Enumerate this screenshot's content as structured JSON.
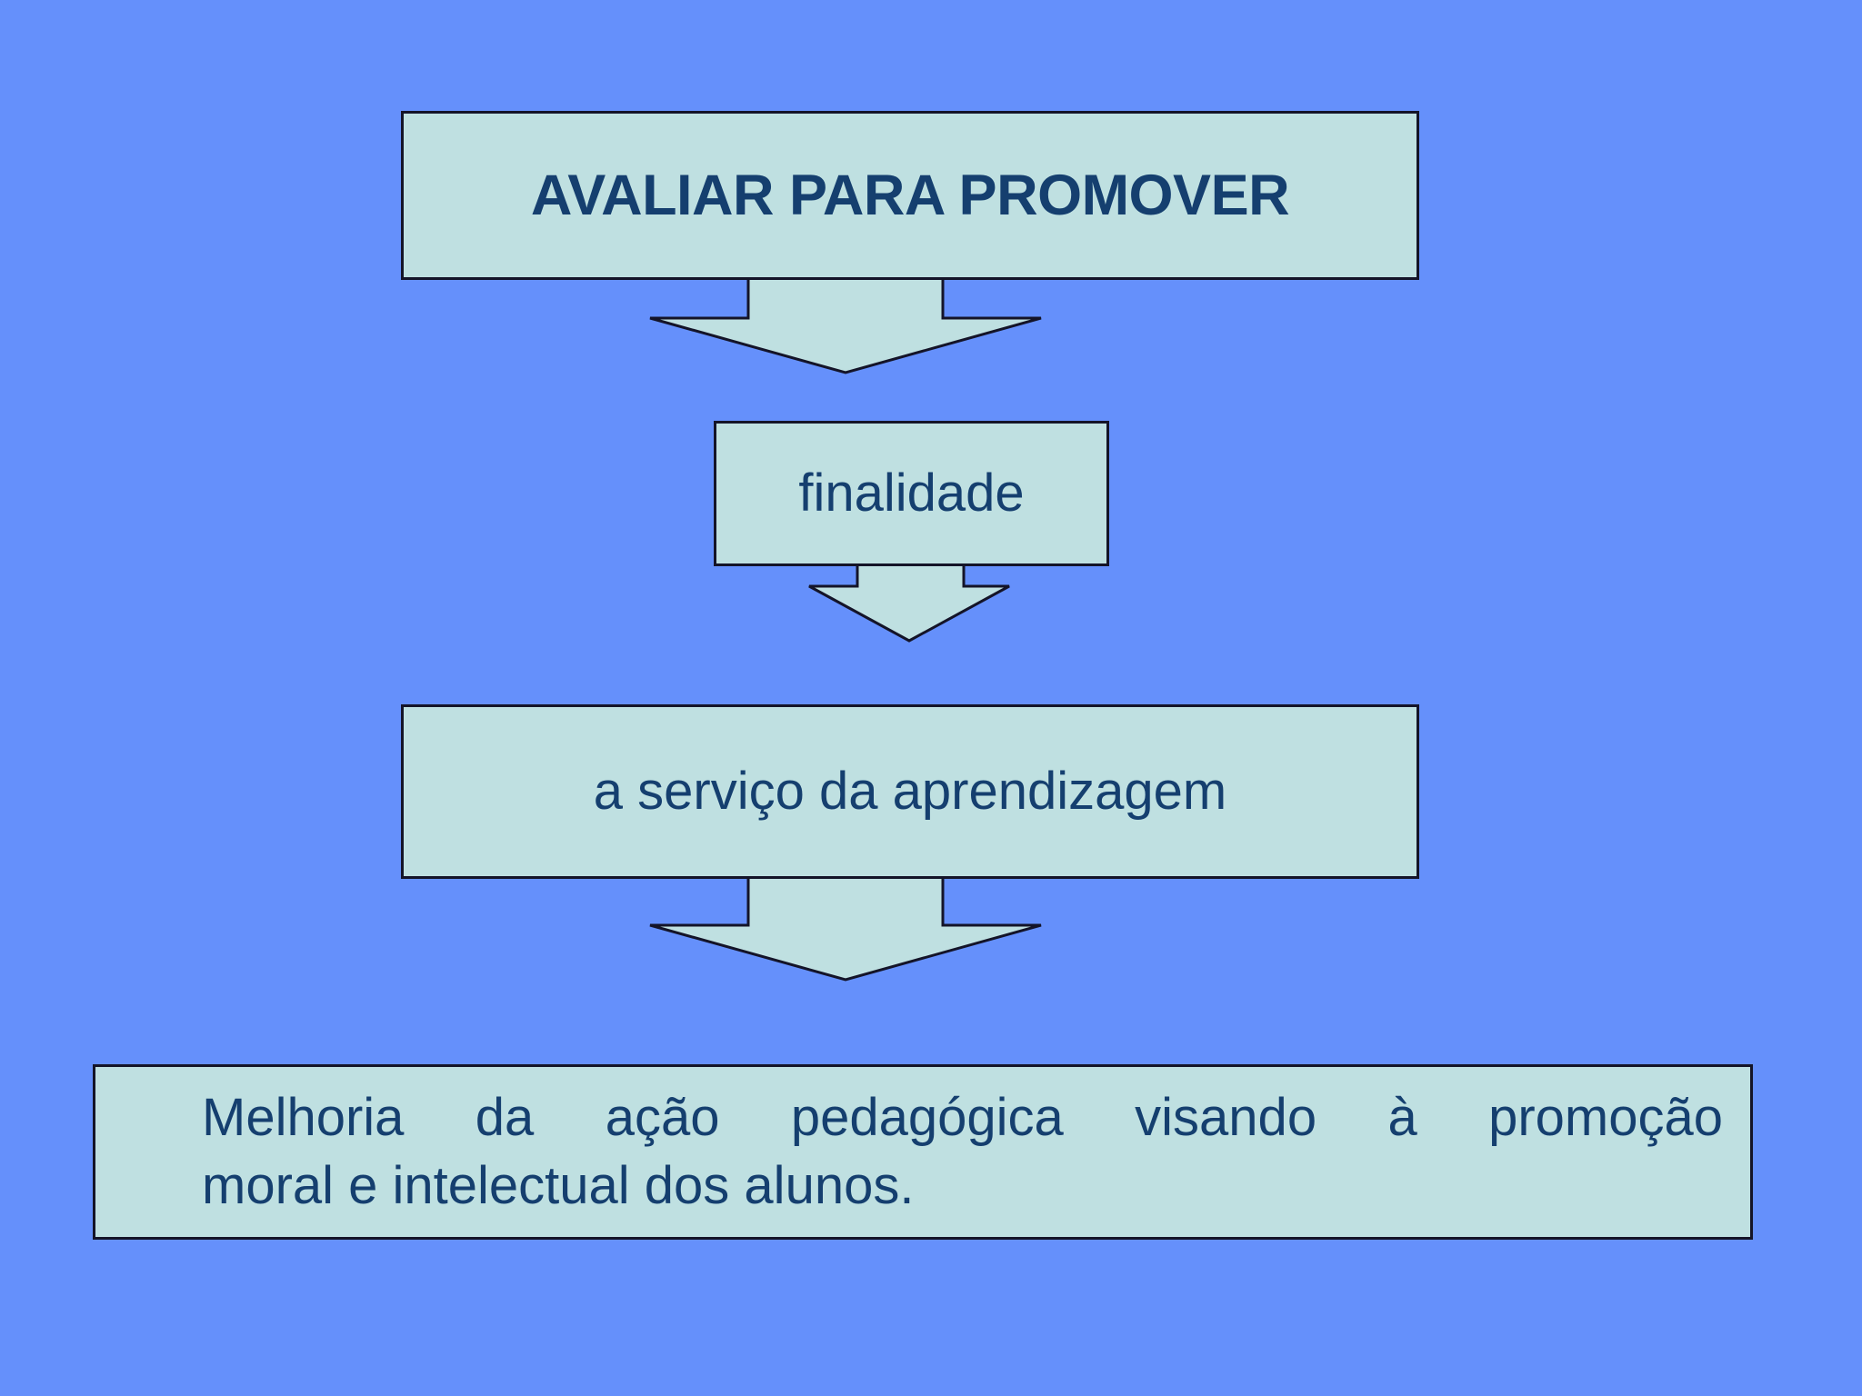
{
  "slide": {
    "background_color": "#6590fb",
    "box_fill_color": "#bfe0e1",
    "box_border_color": "#141428",
    "text_color": "#153f6f"
  },
  "diagram": {
    "type": "flowchart",
    "direction": "top-to-bottom",
    "nodes": [
      {
        "id": "title",
        "label": "AVALIAR PARA PROMOVER"
      },
      {
        "id": "finalidade",
        "label": "finalidade"
      },
      {
        "id": "servico",
        "label": "a serviço da aprendizagem"
      },
      {
        "id": "melhoria",
        "label": "Melhoria da ação pedagógica visando à promoção moral e intelectual dos alunos.",
        "line1": "Melhoria da ação pedagógica visando à promoção",
        "line2": "moral e intelectual dos alunos."
      }
    ],
    "connectors": [
      {
        "id": "arrow-1",
        "from": "title",
        "to": "finalidade",
        "shape": "down-arrow"
      },
      {
        "id": "arrow-2",
        "from": "finalidade",
        "to": "servico",
        "shape": "down-arrow"
      },
      {
        "id": "arrow-3",
        "from": "servico",
        "to": "melhoria",
        "shape": "down-arrow"
      }
    ]
  }
}
